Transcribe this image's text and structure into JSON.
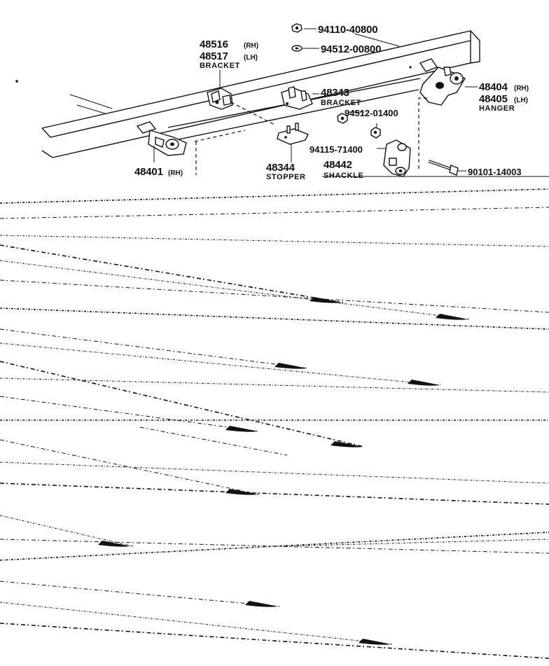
{
  "labels": {
    "nut_top": "94110-40800",
    "washer_top": "94512-00800",
    "bracket_front_rh": "48516",
    "bracket_front_rh_side": "(RH)",
    "bracket_front_lh": "48517",
    "bracket_front_lh_side": "(LH)",
    "bracket_front_name": "BRACKET",
    "bracket_mid": "48343",
    "bracket_mid_name": "BRACKET",
    "hanger_rh": "48404",
    "hanger_rh_side": "(RH)",
    "hanger_lh": "48405",
    "hanger_lh_side": "(LH)",
    "hanger_name": "HANGER",
    "washer_shackle": "94512-01400",
    "nut_shackle": "94115-71400",
    "shackle": "48442",
    "shackle_name": "SHACKLE",
    "bolt": "90101-14003",
    "stopper": "48344",
    "stopper_name": "STOPPER",
    "front_hanger": "48401",
    "front_hanger_side": "(RH)"
  },
  "colors": {
    "ink": "#111111",
    "paper": "#ffffff"
  }
}
